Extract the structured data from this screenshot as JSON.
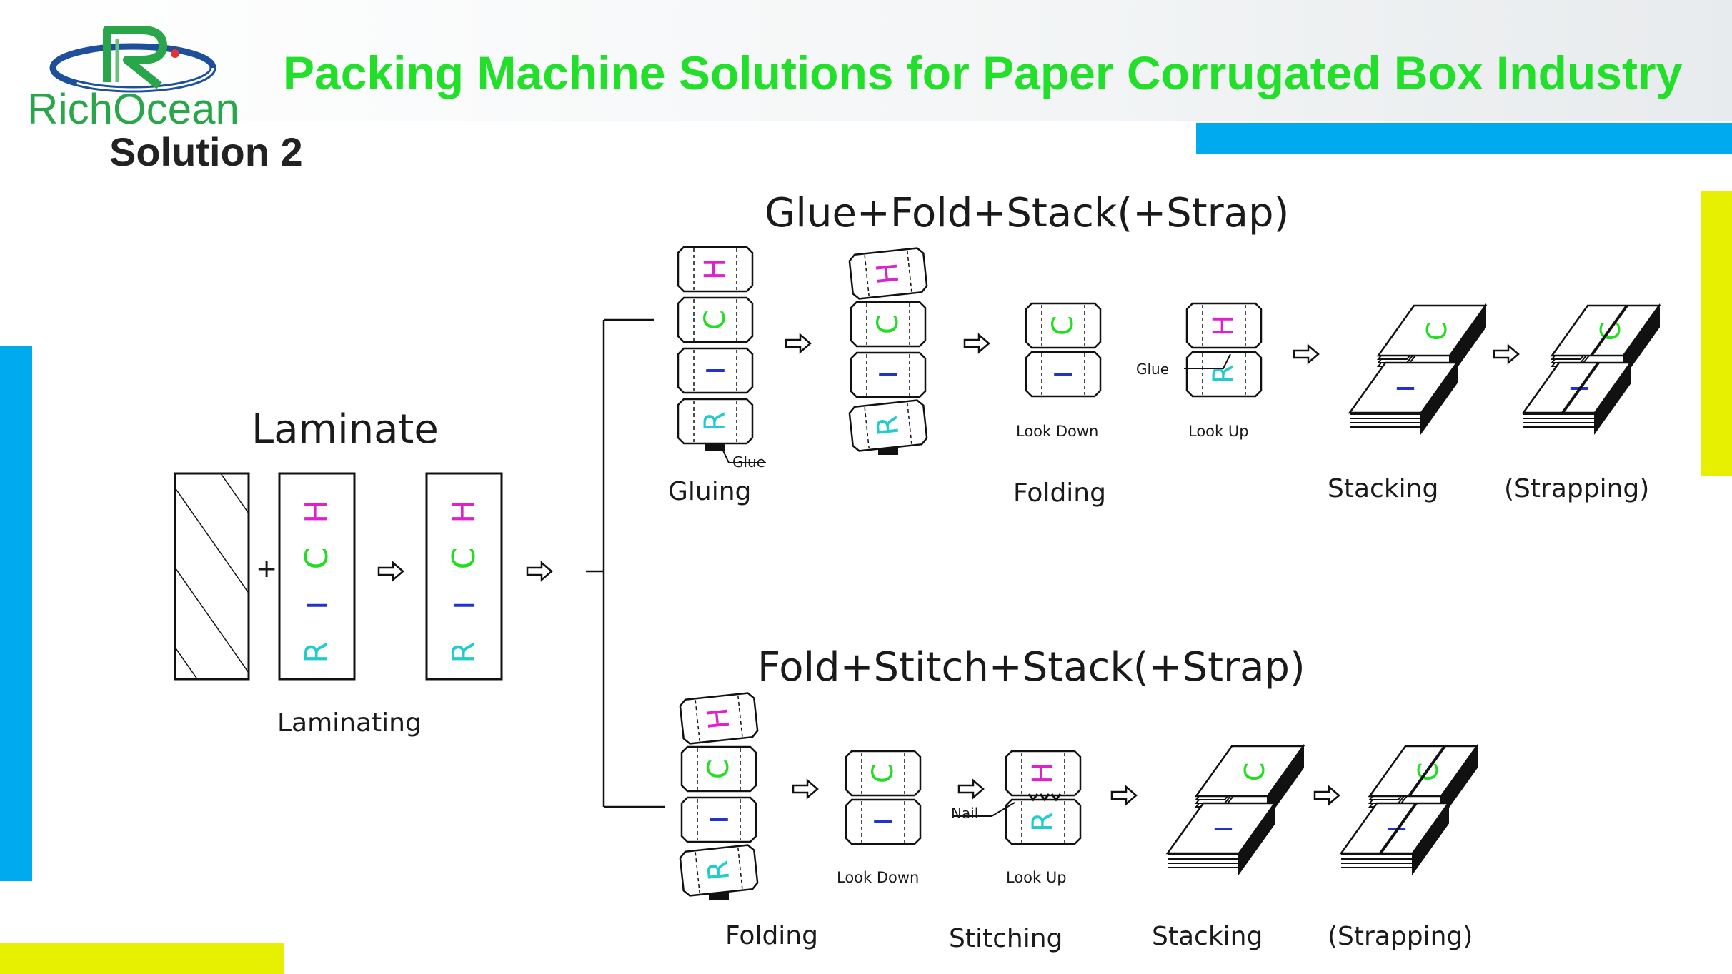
{
  "header": {
    "brand": "RichOcean",
    "title": "Packing Machine Solutions for Paper Corrugated  Box Industry",
    "solution": "Solution 2"
  },
  "colors": {
    "brand_green": "#2aa64a",
    "title_green": "#22e02a",
    "accent_blue": "#00aaee",
    "accent_yellow": "#e6f000",
    "letter_H": "#dd22cc",
    "letter_C": "#22dd22",
    "letter_I": "#2233cc",
    "letter_R": "#22cccc"
  },
  "box_letters": [
    "H",
    "C",
    "I",
    "R"
  ],
  "laminate": {
    "heading": "Laminate",
    "plus": "+",
    "caption": "Laminating"
  },
  "top_row": {
    "heading": "Glue+Fold+Stack(+Strap)",
    "glue_note": "Glue",
    "glue_note_2": "Glue",
    "look_down": "Look Down",
    "look_up": "Look Up",
    "captions": {
      "gluing": "Gluing",
      "folding": "Folding",
      "stacking": "Stacking",
      "strapping": "(Strapping)"
    }
  },
  "bottom_row": {
    "heading": "Fold+Stitch+Stack(+Strap)",
    "nail_note": "Nail",
    "look_down": "Look Down",
    "look_up": "Look Up",
    "captions": {
      "folding": "Folding",
      "stitching": "Stitching",
      "stacking": "Stacking",
      "strapping": "(Strapping)"
    }
  }
}
